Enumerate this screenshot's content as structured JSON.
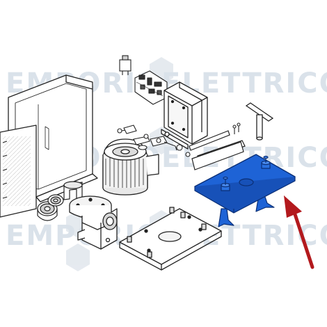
{
  "watermark": {
    "text_line_1": "EMPORIO",
    "text_line_2": "ELETTRICO",
    "color": "#d7dfe8"
  },
  "diagram": {
    "type": "exploded-view parts diagram",
    "highlighted_part": "base plate with anchor bolts",
    "highlight_color": "#1e63d6",
    "highlight_outline_color": "#0b2f75",
    "arrow_color": "#b3191d",
    "line_color": "#222222"
  }
}
